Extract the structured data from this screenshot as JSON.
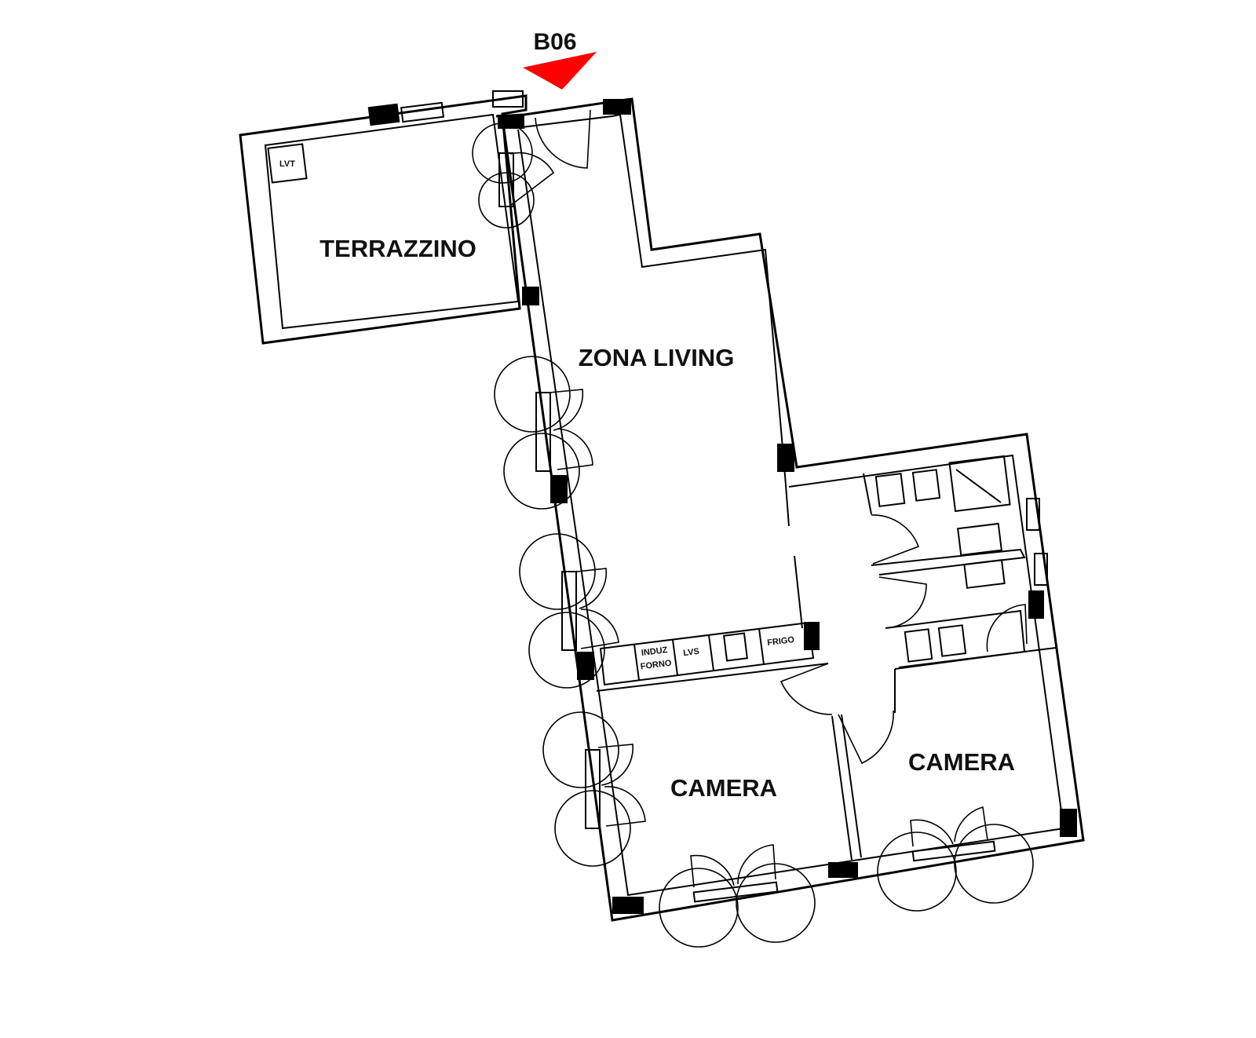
{
  "unit": {
    "code": "B06",
    "marker_color": "#ff0000"
  },
  "rooms": {
    "terrace": "TERRAZZINO",
    "living": "ZONA LIVING",
    "bedroom_1": "CAMERA",
    "bedroom_2": "CAMERA"
  },
  "fixtures": {
    "laundry": "LVT",
    "oven_top": "INDUZ",
    "oven_bottom": "FORNO",
    "dishwasher": "LVS",
    "fridge": "FRIGO"
  }
}
